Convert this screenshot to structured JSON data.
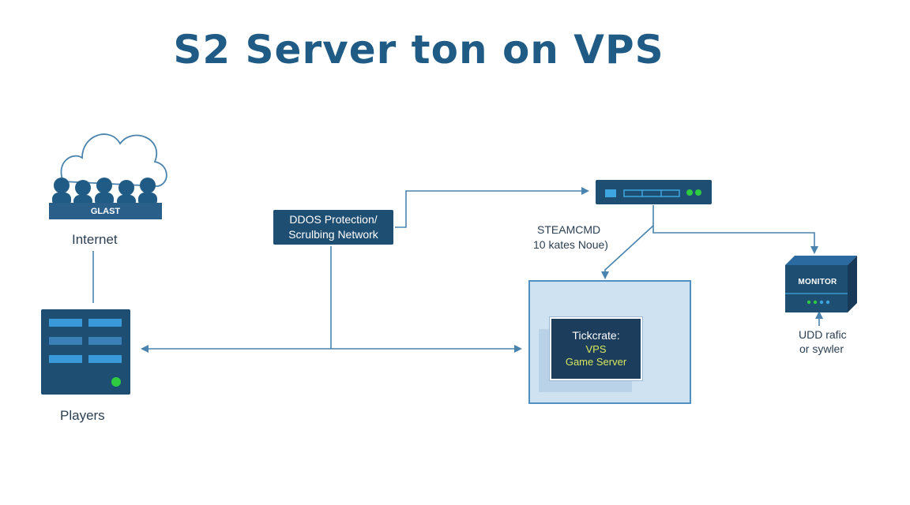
{
  "title": "S2 Server ton on VPS",
  "internet": {
    "badge": "GLAST",
    "label": "Internet"
  },
  "players": {
    "label": "Players"
  },
  "ddos": {
    "line1": "DDOS Protection/",
    "line2": "Scrulbing Network"
  },
  "steamcmd": {
    "line1": "STEAMCMD",
    "line2": "10 kates Noue)"
  },
  "vps": {
    "line1": "Tickcrate:",
    "line2": "VPS",
    "line3": "Game Server"
  },
  "monitor": {
    "label": "MONITOR",
    "caption1": "UDD rafic",
    "caption2": "or sywler"
  },
  "colors": {
    "primary": "#1f5b85",
    "box_dark": "#1f4e73",
    "line": "#4a83ad",
    "led_green": "#2ecc40",
    "led_blue": "#3da5e0",
    "vps_fill": "#cfe2f1"
  },
  "icons": [
    "cloud-icon",
    "people-icon",
    "server-rack-icon",
    "network-switch-icon",
    "monitor-box-icon"
  ]
}
